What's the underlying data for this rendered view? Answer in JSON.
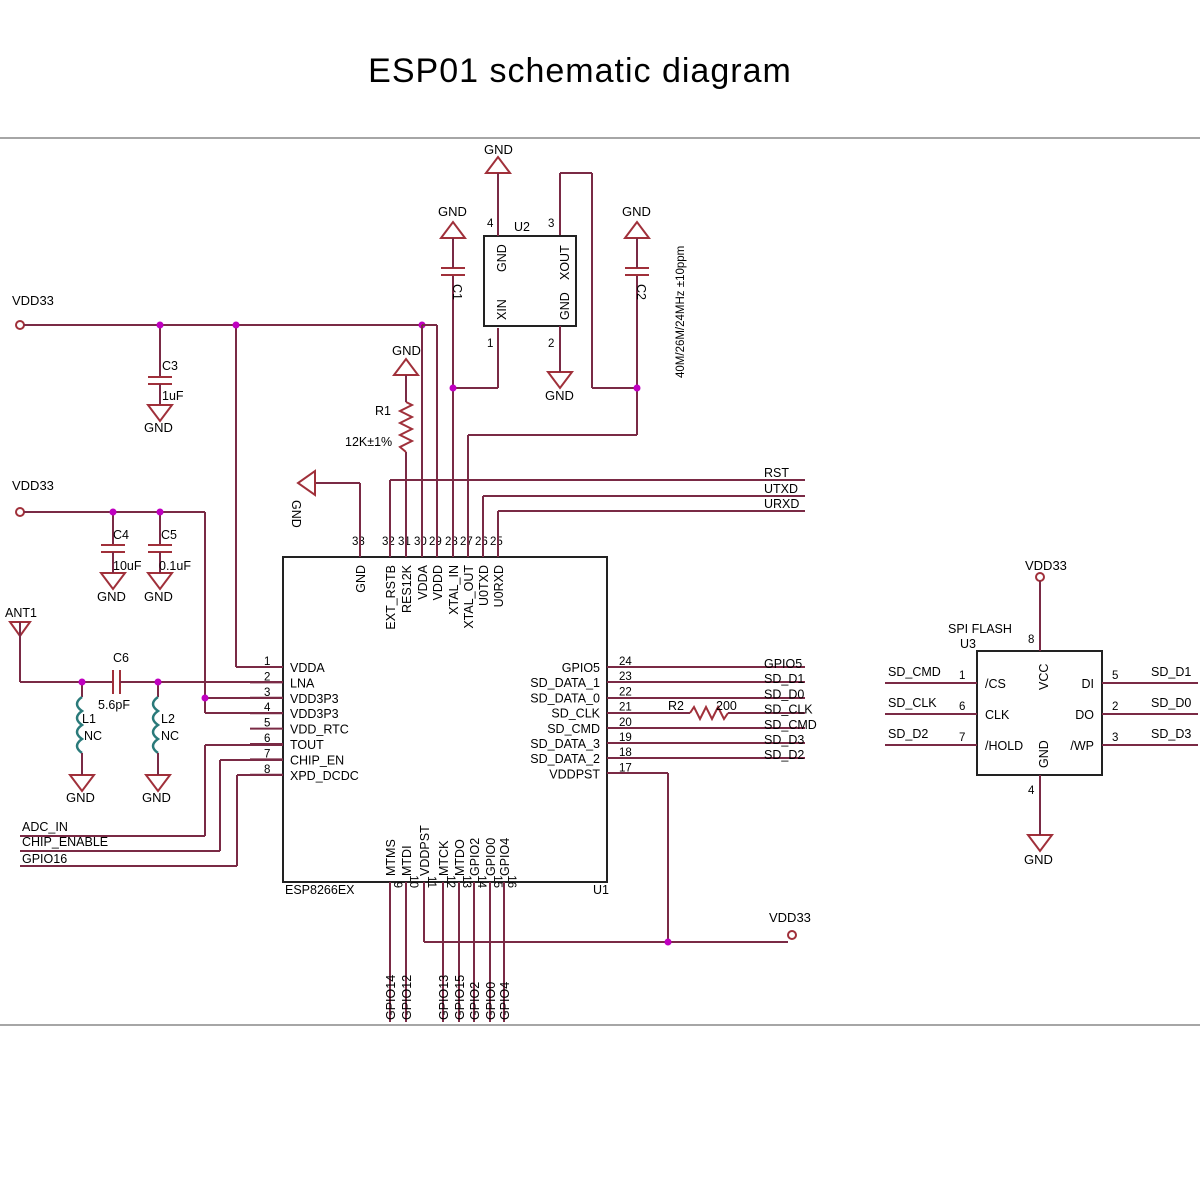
{
  "title": "ESP01 schematic diagram",
  "u1": {
    "ref": "U1",
    "part": "ESP8266EX",
    "left_pins": [
      {
        "num": "1",
        "name": "VDDA"
      },
      {
        "num": "2",
        "name": "LNA"
      },
      {
        "num": "3",
        "name": "VDD3P3"
      },
      {
        "num": "4",
        "name": "VDD3P3"
      },
      {
        "num": "5",
        "name": "VDD_RTC"
      },
      {
        "num": "6",
        "name": "TOUT"
      },
      {
        "num": "7",
        "name": "CHIP_EN"
      },
      {
        "num": "8",
        "name": "XPD_DCDC"
      }
    ],
    "right_pins": [
      {
        "num": "24",
        "name": "GPIO5",
        "net": "GPIO5"
      },
      {
        "num": "23",
        "name": "SD_DATA_1",
        "net": "SD_D1"
      },
      {
        "num": "22",
        "name": "SD_DATA_0",
        "net": "SD_D0"
      },
      {
        "num": "21",
        "name": "SD_CLK",
        "net": "SD_CLK"
      },
      {
        "num": "20",
        "name": "SD_CMD",
        "net": "SD_CMD"
      },
      {
        "num": "19",
        "name": "SD_DATA_3",
        "net": "SD_D3"
      },
      {
        "num": "18",
        "name": "SD_DATA_2",
        "net": "SD_D2"
      },
      {
        "num": "17",
        "name": "VDDPST",
        "net": ""
      }
    ],
    "top_pins": [
      {
        "num": "33",
        "name": "GND"
      },
      {
        "num": "32",
        "name": "EXT_RSTB"
      },
      {
        "num": "31",
        "name": "RES12K"
      },
      {
        "num": "30",
        "name": "VDDA"
      },
      {
        "num": "29",
        "name": "VDDD"
      },
      {
        "num": "28",
        "name": "XTAL_IN"
      },
      {
        "num": "27",
        "name": "XTAL_OUT"
      },
      {
        "num": "26",
        "name": "U0TXD"
      },
      {
        "num": "25",
        "name": "U0RXD"
      }
    ],
    "bottom_pins": [
      {
        "num": "9",
        "name": "MTMS",
        "net": "GPIO14"
      },
      {
        "num": "10",
        "name": "MTDI",
        "net": "GPIO12"
      },
      {
        "num": "11",
        "name": "VDDPST",
        "net": ""
      },
      {
        "num": "12",
        "name": "MTCK",
        "net": "GPIO13"
      },
      {
        "num": "13",
        "name": "MTDO",
        "net": "GPIO15"
      },
      {
        "num": "14",
        "name": "GPIO2",
        "net": "GPIO2"
      },
      {
        "num": "15",
        "name": "GPIO0",
        "net": "GPIO0"
      },
      {
        "num": "16",
        "name": "GPIO4",
        "net": "GPIO4"
      }
    ]
  },
  "u2": {
    "ref": "U2",
    "pins": {
      "p1": "1",
      "p2": "2",
      "p3": "3",
      "p4": "4"
    },
    "names": {
      "gnd_top": "GND",
      "xout": "XOUT",
      "xin": "XIN",
      "gnd_bot": "GND"
    },
    "freq": "40M/26M/24MHz ±10ppm"
  },
  "u3": {
    "title": "SPI FLASH",
    "ref": "U3",
    "vcc": "VCC",
    "gnd": "GND",
    "vcc_pin": "8",
    "gnd_pin": "4",
    "left": [
      {
        "num": "1",
        "name": "/CS",
        "net": "SD_CMD"
      },
      {
        "num": "6",
        "name": "CLK",
        "net": "SD_CLK"
      },
      {
        "num": "7",
        "name": "/HOLD",
        "net": "SD_D2"
      }
    ],
    "right": [
      {
        "num": "5",
        "name": "DI",
        "net": "SD_D1"
      },
      {
        "num": "2",
        "name": "DO",
        "net": "SD_D0"
      },
      {
        "num": "3",
        "name": "/WP",
        "net": "SD_D3"
      }
    ]
  },
  "nets": {
    "vdd33": "VDD33",
    "gnd": "GND",
    "rst": "RST",
    "utxd": "UTXD",
    "urxd": "URXD",
    "adc_in": "ADC_IN",
    "chip_enable": "CHIP_ENABLE",
    "gpio16": "GPIO16"
  },
  "components": {
    "c1": {
      "ref": "C1"
    },
    "c2": {
      "ref": "C2"
    },
    "c3": {
      "ref": "C3",
      "value": "1uF"
    },
    "c4": {
      "ref": "C4",
      "value": "10uF"
    },
    "c5": {
      "ref": "C5",
      "value": "0.1uF"
    },
    "c6": {
      "ref": "C6",
      "value": "5.6pF"
    },
    "r1": {
      "ref": "R1",
      "value": "12K±1%"
    },
    "r2": {
      "ref": "R2",
      "value": "200"
    },
    "l1": {
      "ref": "L1",
      "value": "NC"
    },
    "l2": {
      "ref": "L2",
      "value": "NC"
    },
    "ant1": {
      "ref": "ANT1"
    }
  },
  "colors": {
    "wire": "#7a2a45",
    "symbol": "#a0303a",
    "inductor": "#2a7a7a",
    "junction": "#c000c0"
  }
}
